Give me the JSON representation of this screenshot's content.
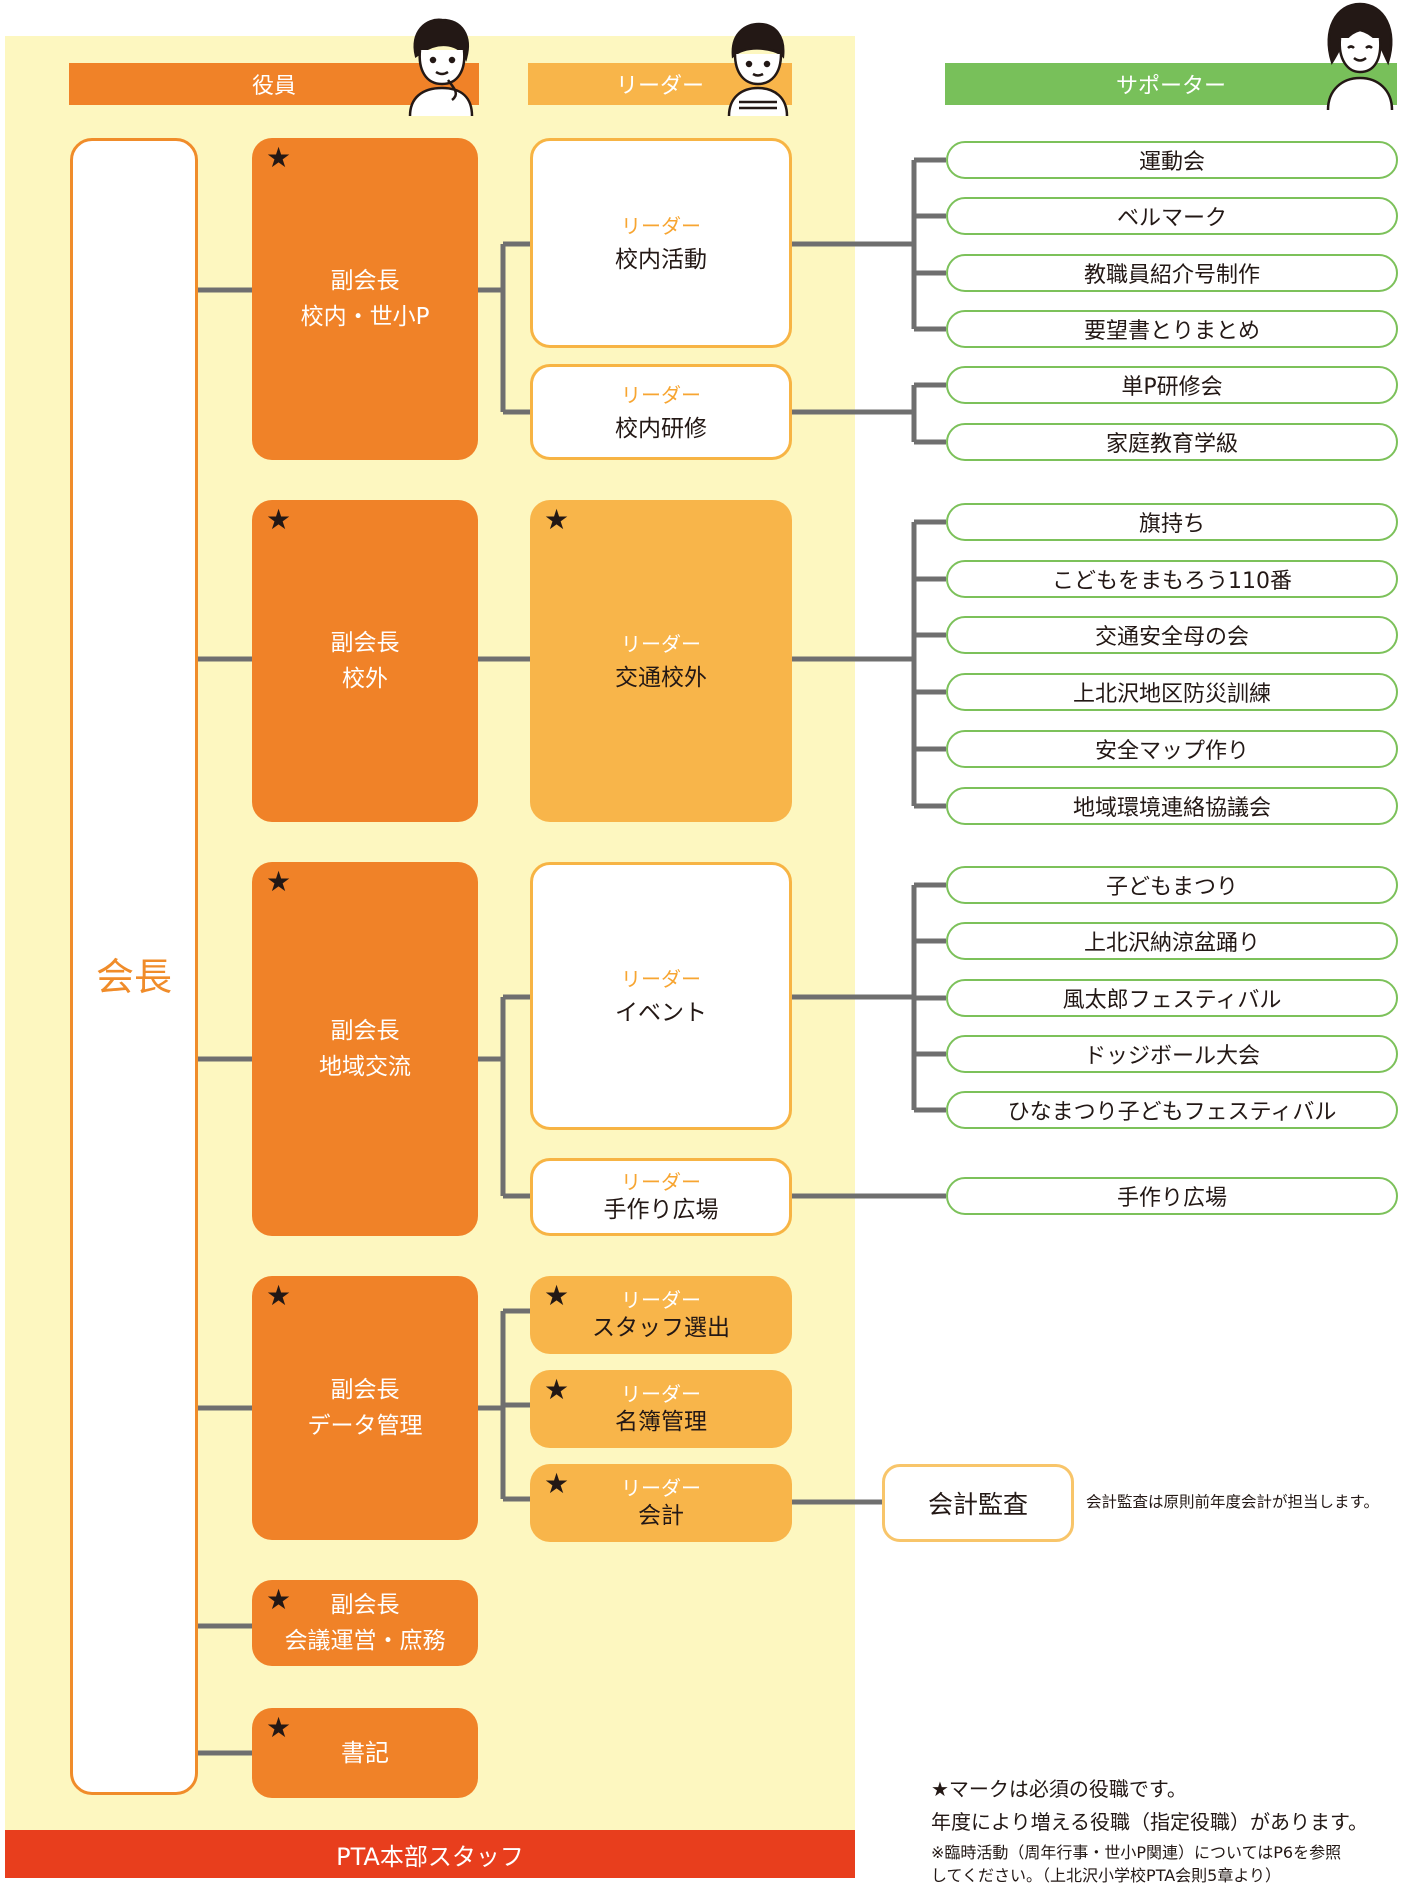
{
  "headers": {
    "yakuin": "役員",
    "leader": "リーダー",
    "supporter": "サポーター"
  },
  "president": {
    "label": "会長"
  },
  "vice_presidents": [
    {
      "role": "副会長",
      "area": "校内・世小P",
      "star": "★"
    },
    {
      "role": "副会長",
      "area": "校外",
      "star": "★"
    },
    {
      "role": "副会長",
      "area": "地域交流",
      "star": "★"
    },
    {
      "role": "副会長",
      "area": "データ管理",
      "star": "★"
    },
    {
      "role": "副会長",
      "area": "会議運営・庶務",
      "star": "★"
    },
    {
      "role": "",
      "area": "書記",
      "star": "★"
    }
  ],
  "leaders": [
    {
      "sub": "リーダー",
      "name": "校内活動"
    },
    {
      "sub": "リーダー",
      "name": "校内研修"
    },
    {
      "sub": "リーダー",
      "name": "交通校外",
      "star": "★"
    },
    {
      "sub": "リーダー",
      "name": "イベント"
    },
    {
      "sub": "リーダー",
      "name": "手作り広場"
    },
    {
      "sub": "リーダー",
      "name": "スタッフ選出",
      "star": "★"
    },
    {
      "sub": "リーダー",
      "name": "名簿管理",
      "star": "★"
    },
    {
      "sub": "リーダー",
      "name": "会計",
      "star": "★"
    }
  ],
  "supporters": [
    "運動会",
    "ベルマーク",
    "教職員紹介号制作",
    "要望書とりまとめ",
    "単P研修会",
    "家庭教育学級",
    "旗持ち",
    "こどもをまもろう110番",
    "交通安全母の会",
    "上北沢地区防災訓練",
    "安全マップ作り",
    "地域環境連絡協議会",
    "子どもまつり",
    "上北沢納涼盆踊り",
    "風太郎フェスティバル",
    "ドッジボール大会",
    "ひなまつり子どもフェスティバル",
    "手作り広場"
  ],
  "audit": {
    "label": "会計監査",
    "note": "会計監査は原則前年度会計が担当します。"
  },
  "notes": {
    "line1": "★マークは必須の役職です。",
    "line2": "年度により増える役職（指定役職）があります。",
    "line3": "※臨時活動（周年行事・世小P関連）についてはP6を参照",
    "line4": "してください。（上北沢小学校PTA会則5章より）"
  },
  "footer": "PTA本部スタッフ",
  "colors": {
    "officer": "#f08228",
    "leader": "#f8b54a",
    "leader_border": "#f7b444",
    "supporter_border": "#7cc15a",
    "panel": "#fdf7c0",
    "footer": "#e83e1d",
    "connector": "#6f6f6f"
  }
}
